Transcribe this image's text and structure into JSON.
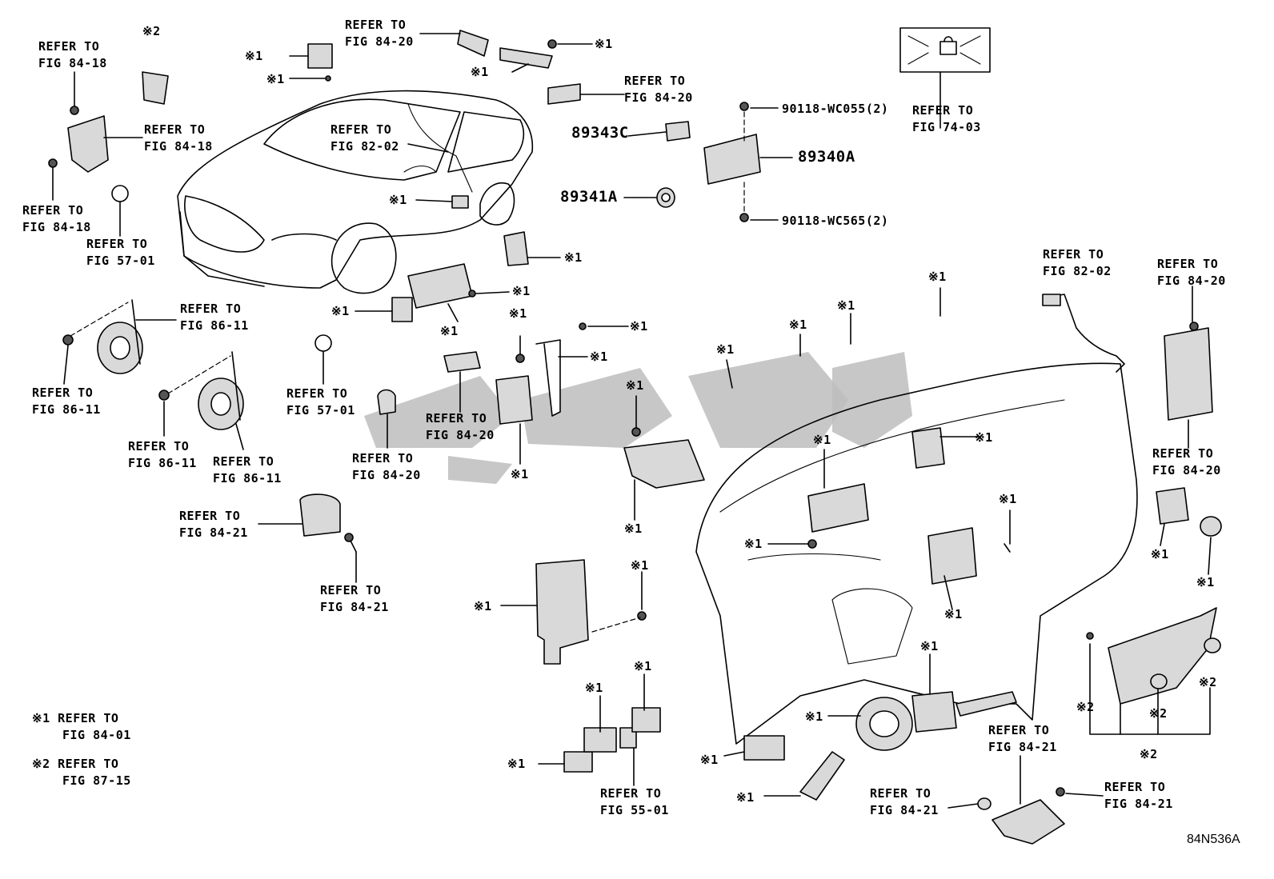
{
  "diagram_id": "84N536A",
  "notes": [
    {
      "mark": "※1",
      "line1": "REFER TO",
      "line2": "FIG 84-01"
    },
    {
      "mark": "※2",
      "line1": "REFER TO",
      "line2": "FIG 87-15"
    }
  ],
  "part_numbers": {
    "p89343C": "89343C",
    "p89340A": "89340A",
    "p89341A": "89341A",
    "bolt_upper": "90118-WC055(2)",
    "bolt_lower": "90118-WC565(2)"
  },
  "marks": {
    "m1": "※1",
    "m2": "※2"
  },
  "refs": {
    "r1": [
      "REFER TO",
      "FIG 84-18"
    ],
    "r2": [
      "REFER TO",
      "FIG 84-18"
    ],
    "r3": [
      "REFER TO",
      "FIG 84-18"
    ],
    "r4": [
      "REFER TO",
      "FIG 57-01"
    ],
    "r5": [
      "REFER TO",
      "FIG 84-20"
    ],
    "r6": [
      "REFER TO",
      "FIG 82-02"
    ],
    "r7": [
      "REFER TO",
      "FIG 84-20"
    ],
    "r8": [
      "REFER TO",
      "FIG 74-03"
    ],
    "r9": [
      "REFER TO",
      "FIG 86-11"
    ],
    "r10": [
      "REFER TO",
      "FIG 86-11"
    ],
    "r11": [
      "REFER TO",
      "FIG 86-11"
    ],
    "r12": [
      "REFER TO",
      "FIG 86-11"
    ],
    "r13": [
      "REFER TO",
      "FIG 57-01"
    ],
    "r14": [
      "REFER TO",
      "FIG 84-20"
    ],
    "r15": [
      "REFER TO",
      "FIG 84-20"
    ],
    "r16": [
      "REFER TO",
      "FIG 84-21"
    ],
    "r17": [
      "REFER TO",
      "FIG 84-21"
    ],
    "r18": [
      "REFER TO",
      "FIG 82-02"
    ],
    "r19": [
      "REFER TO",
      "FIG 84-20"
    ],
    "r20": [
      "REFER TO",
      "FIG 84-20"
    ],
    "r21": [
      "REFER TO",
      "FIG 55-01"
    ],
    "r22": [
      "REFER TO",
      "FIG 84-21"
    ],
    "r23": [
      "REFER TO",
      "FIG 84-21"
    ],
    "r24": [
      "REFER TO",
      "FIG 84-21"
    ]
  }
}
